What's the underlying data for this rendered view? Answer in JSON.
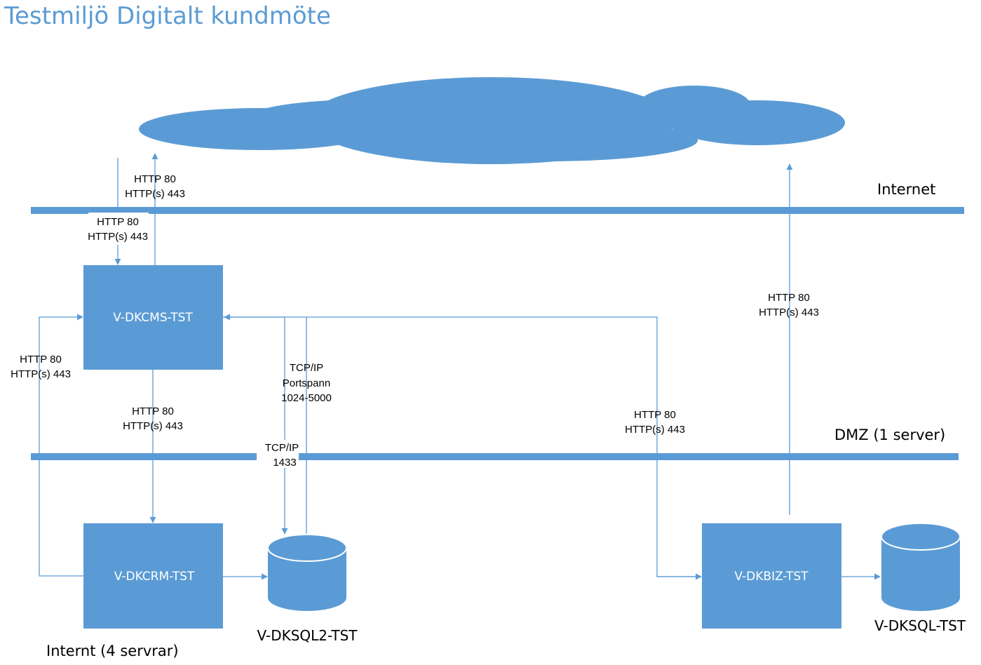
{
  "title": "Testmiljö Digitalt kundmöte",
  "colors": {
    "accent": "#5b9bd5",
    "title": "#5b9bd5",
    "text": "#000000",
    "node_text": "#ffffff",
    "background": "#ffffff"
  },
  "zones": {
    "internet": "Internet",
    "dmz": "DMZ (1 server)",
    "internal": "Internt (4 servrar)"
  },
  "servers": {
    "cms": "V-DKCMS-TST",
    "crm": "V-DKCRM-TST",
    "biz": "V-DKBIZ-TST"
  },
  "databases": {
    "sql2": "V-DKSQL2-TST",
    "sql": "V-DKSQL-TST"
  },
  "labels": {
    "http_port": "HTTP 80",
    "https_port": "HTTP(s) 443",
    "tcpip": "TCP/IP",
    "portspann": "Portspann",
    "port_range": "1024-5000",
    "sql_port": "1433"
  }
}
